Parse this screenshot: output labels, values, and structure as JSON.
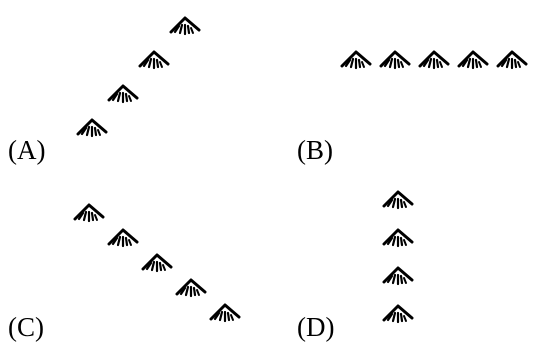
{
  "options": [
    {
      "label": "(A)",
      "arrangement": "diagonal-rising",
      "count": 4
    },
    {
      "label": "(B)",
      "arrangement": "horizontal-row",
      "count": 5
    },
    {
      "label": "(C)",
      "arrangement": "diagonal-falling",
      "count": 5
    },
    {
      "label": "(D)",
      "arrangement": "vertical-column",
      "count": 4
    }
  ],
  "icon": "mountain-icon",
  "colors": {
    "ink": "#000000",
    "background": "#ffffff"
  }
}
